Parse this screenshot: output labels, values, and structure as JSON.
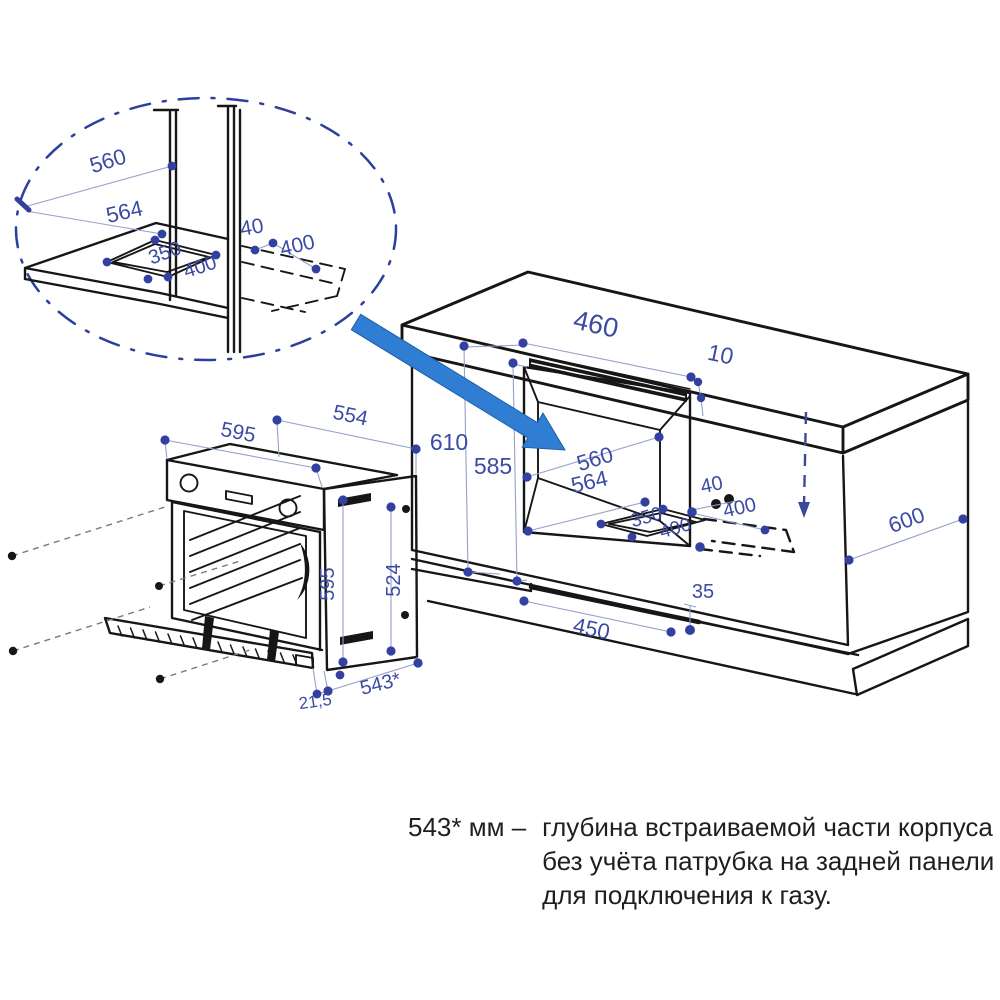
{
  "note": {
    "prefix": "543* мм –",
    "lines": [
      "глубина встраиваемой части корпуса",
      "без учёта патрубка на задней панели",
      "для подключения к газу."
    ]
  },
  "labels": {
    "detail": {
      "d560": "560",
      "d564": "564",
      "d40": "40",
      "d400a": "400",
      "d350": "350",
      "d400b": "400"
    },
    "cabinet": {
      "c460": "460",
      "c10": "10",
      "c610": "610",
      "c585": "585",
      "c560": "560",
      "c564": "564",
      "c40": "40",
      "c400a": "400",
      "c350": "350",
      "c400b": "400",
      "c600": "600",
      "c35": "35",
      "c450": "450"
    },
    "oven": {
      "o554": "554",
      "o595w": "595",
      "o595h": "595",
      "o524": "524",
      "o543": "543*",
      "o215": "21,5"
    }
  },
  "colors": {
    "ink": "#161616",
    "dim_text": "#3b4ba4",
    "dim_line": "#93a1cc",
    "dot": "#3240a0",
    "dash_circle": "#2b3f9e",
    "arrow": "#2f7ed3"
  }
}
